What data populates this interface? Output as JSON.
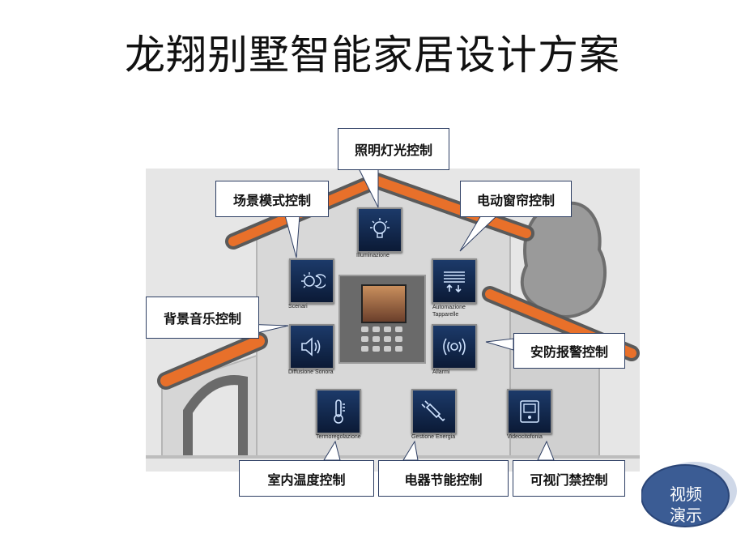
{
  "slide": {
    "title": "龙翔别墅智能家居设计方案"
  },
  "tiles": [
    {
      "id": "illuminazione",
      "label": "Illuminazione",
      "icon": "light-bulb-icon"
    },
    {
      "id": "scenari",
      "label": "Scenari",
      "icon": "scene-icon"
    },
    {
      "id": "automazione",
      "label": "Automazione\nTapparelle",
      "icon": "shutter-icon"
    },
    {
      "id": "diffusione",
      "label": "Diffusione Sonora",
      "icon": "speaker-icon"
    },
    {
      "id": "allarmi",
      "label": "Allarmi",
      "icon": "alarm-icon"
    },
    {
      "id": "termoregolazione",
      "label": "Termoregolazione",
      "icon": "thermometer-icon"
    },
    {
      "id": "energia",
      "label": "Gestione Energia",
      "icon": "plug-icon"
    },
    {
      "id": "videocitofonia",
      "label": "Videocitofonia",
      "icon": "video-intercom-icon"
    }
  ],
  "callouts": {
    "lighting": "照明灯光控制",
    "scene": "场景模式控制",
    "curtain": "电动窗帘控制",
    "music": "背景音乐控制",
    "security": "安防报警控制",
    "temperature": "室内温度控制",
    "energy": "电器节能控制",
    "intercom": "可视门禁控制"
  },
  "video_button": {
    "line1": "视频",
    "line2": "演示"
  },
  "colors": {
    "roof_orange": "#e8702a",
    "tile_blue": "#13305d",
    "callout_border": "#2d3e63",
    "button_blue": "#3b5c94"
  }
}
